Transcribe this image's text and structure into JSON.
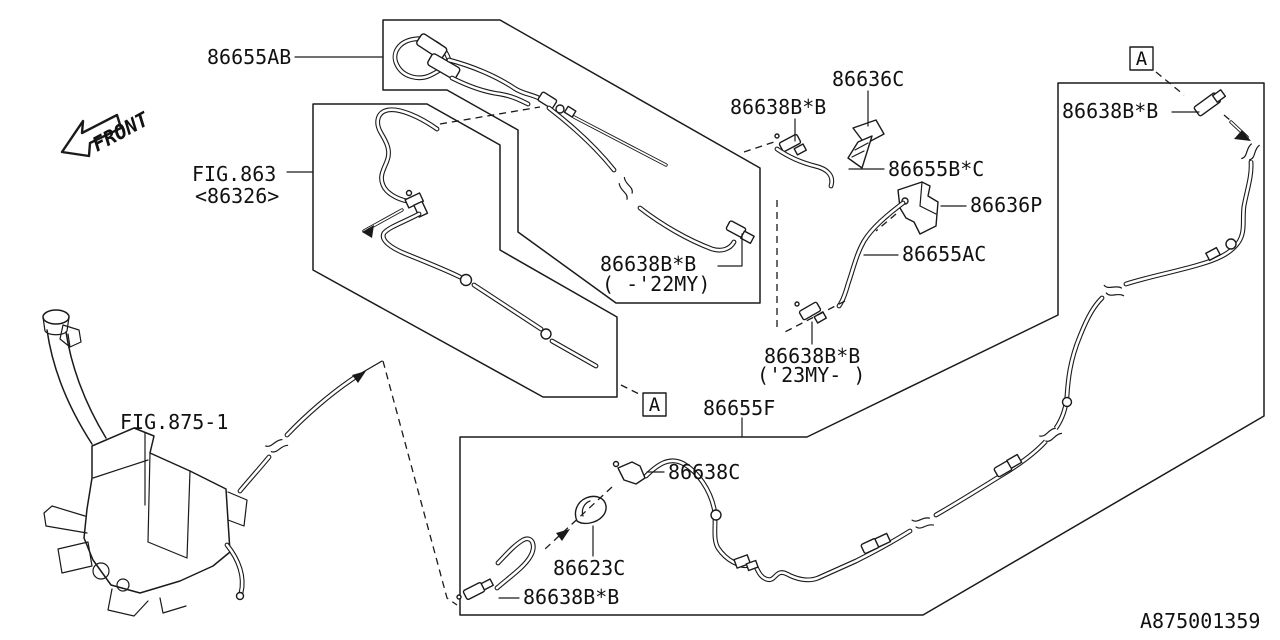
{
  "diagram": {
    "id": "A875001359",
    "front_label": "FRONT",
    "section_marker": "A",
    "figure_refs": {
      "fig863": {
        "label": "FIG.863",
        "sub": "<86326>"
      },
      "fig875": {
        "label": "FIG.875-1"
      }
    },
    "parts": {
      "hose_ab": "86655AB",
      "conn_22my": "86638B*B",
      "conn_22my_note": "( -'22MY)",
      "conn_mid": "86638B*B",
      "nozzle_c": "86636C",
      "hose_bc": "86655B*C",
      "bracket_p": "86636P",
      "hose_ac": "86655AC",
      "conn_23my": "86638B*B",
      "conn_23my_note": "('23MY-  )",
      "hose_f": "86655F",
      "conn_a_panel": "86638B*B",
      "elbow_c": "86638C",
      "grommet_c": "86623C",
      "conn_bottom": "86638B*B"
    },
    "colors": {
      "line": "#1a1a1a",
      "background": "#ffffff"
    }
  }
}
